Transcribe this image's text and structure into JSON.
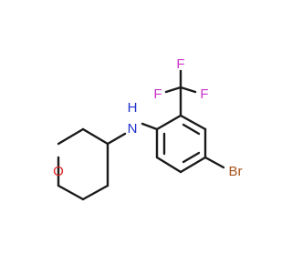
{
  "molecule": {
    "atoms": {
      "F1": {
        "symbol": "F",
        "color": "#cc33cc"
      },
      "F2": {
        "symbol": "F",
        "color": "#cc33cc"
      },
      "F3": {
        "symbol": "F",
        "color": "#cc33cc"
      },
      "N": {
        "symbol": "N",
        "color": "#2233cc"
      },
      "H": {
        "symbol": "H",
        "color": "#2233cc"
      },
      "O": {
        "symbol": "O",
        "color": "#dd2222"
      },
      "Br": {
        "symbol": "Br",
        "color": "#a8531b"
      }
    },
    "bond_color": "#1a1a1a"
  }
}
